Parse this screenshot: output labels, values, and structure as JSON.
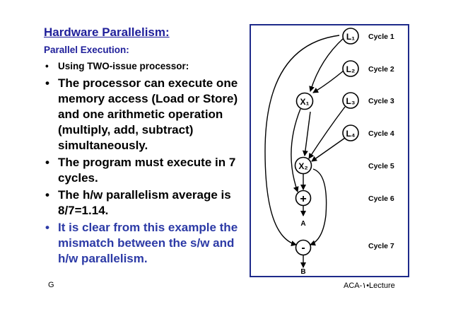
{
  "slide": {
    "title": "Hardware Parallelism:",
    "subtitle": "Parallel Execution:",
    "bullets": [
      "Using TWO-issue processor:",
      "The processor can execute one memory access (Load or Store) and one arithmetic operation (multiply, add, subtract) simultaneously.",
      "The program must execute in 7 cycles.",
      "The h/w parallelism average is 8/7=1.14.",
      "It is clear from this example the mismatch between the s/w and h/w parallelism."
    ],
    "footer_left": "G",
    "footer_right": "ACA-١•Lecture"
  },
  "diagram": {
    "nodes": {
      "L1": "L₁",
      "L2": "L₂",
      "L3": "L₃",
      "L4": "L₄",
      "X1": "X₁",
      "X2": "X₂",
      "plus": "+",
      "minus": "-",
      "A": "A",
      "B": "B"
    },
    "cycles": [
      "Cycle 1",
      "Cycle 2",
      "Cycle 3",
      "Cycle 4",
      "Cycle 5",
      "Cycle 6",
      "Cycle 7"
    ]
  },
  "colors": {
    "title": "#1f1f9a",
    "frame": "#1e2a8a",
    "highlight": "#2c3aa6"
  }
}
